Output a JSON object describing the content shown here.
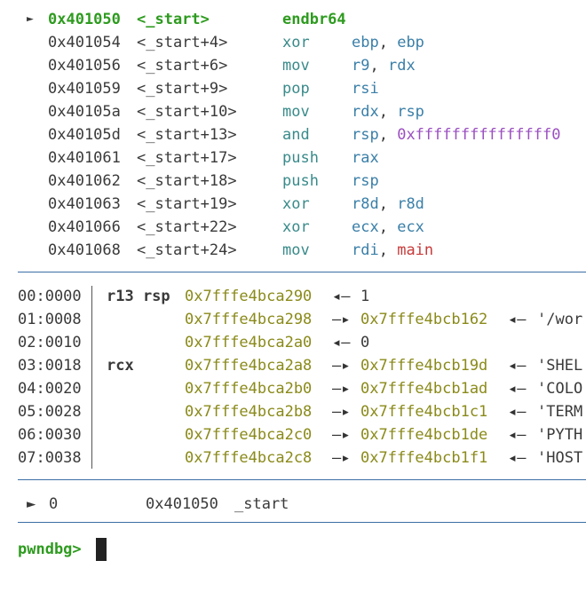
{
  "disasm": {
    "marker": "►",
    "rows": [
      {
        "addr": "0x401050",
        "sym": "<_start>",
        "mnem": "endbr64",
        "ops": [],
        "current": true
      },
      {
        "addr": "0x401054",
        "sym": "<_start+4>",
        "mnem": "xor",
        "ops": [
          {
            "t": "ebp",
            "c": "blue-reg"
          },
          {
            "t": ", ",
            "c": ""
          },
          {
            "t": "ebp",
            "c": "blue-reg"
          }
        ]
      },
      {
        "addr": "0x401056",
        "sym": "<_start+6>",
        "mnem": "mov",
        "ops": [
          {
            "t": "r9",
            "c": "blue-reg"
          },
          {
            "t": ", ",
            "c": ""
          },
          {
            "t": "rdx",
            "c": "blue-reg"
          }
        ]
      },
      {
        "addr": "0x401059",
        "sym": "<_start+9>",
        "mnem": "pop",
        "ops": [
          {
            "t": "rsi",
            "c": "blue-reg"
          }
        ]
      },
      {
        "addr": "0x40105a",
        "sym": "<_start+10>",
        "mnem": "mov",
        "ops": [
          {
            "t": "rdx",
            "c": "blue-reg"
          },
          {
            "t": ", ",
            "c": ""
          },
          {
            "t": "rsp",
            "c": "blue-reg"
          }
        ]
      },
      {
        "addr": "0x40105d",
        "sym": "<_start+13>",
        "mnem": "and",
        "ops": [
          {
            "t": "rsp",
            "c": "blue-reg"
          },
          {
            "t": ", ",
            "c": ""
          },
          {
            "t": "0xfffffffffffffff0",
            "c": "purple"
          }
        ]
      },
      {
        "addr": "0x401061",
        "sym": "<_start+17>",
        "mnem": "push",
        "ops": [
          {
            "t": "rax",
            "c": "blue-reg"
          }
        ]
      },
      {
        "addr": "0x401062",
        "sym": "<_start+18>",
        "mnem": "push",
        "ops": [
          {
            "t": "rsp",
            "c": "blue-reg"
          }
        ]
      },
      {
        "addr": "0x401063",
        "sym": "<_start+19>",
        "mnem": "xor",
        "ops": [
          {
            "t": "r8d",
            "c": "blue-reg"
          },
          {
            "t": ", ",
            "c": ""
          },
          {
            "t": "r8d",
            "c": "blue-reg"
          }
        ]
      },
      {
        "addr": "0x401066",
        "sym": "<_start+22>",
        "mnem": "xor",
        "ops": [
          {
            "t": "ecx",
            "c": "blue-reg"
          },
          {
            "t": ", ",
            "c": ""
          },
          {
            "t": "ecx",
            "c": "blue-reg"
          }
        ]
      },
      {
        "addr": "0x401068",
        "sym": "<_start+24>",
        "mnem": "mov",
        "ops": [
          {
            "t": "rdi",
            "c": "blue-reg"
          },
          {
            "t": ", ",
            "c": ""
          },
          {
            "t": "main",
            "c": "red"
          }
        ]
      }
    ]
  },
  "stack": {
    "rows": [
      {
        "off": "00:0000",
        "regs": "r13 rsp",
        "addr": "0x7fffe4bca290",
        "arrow": "◂—",
        "target": "",
        "arrow2": "",
        "val": "1"
      },
      {
        "off": "01:0008",
        "regs": "",
        "addr": "0x7fffe4bca298",
        "arrow": "—▸",
        "target": "0x7fffe4bcb162",
        "arrow2": "◂—",
        "val": "'/wor"
      },
      {
        "off": "02:0010",
        "regs": "",
        "addr": "0x7fffe4bca2a0",
        "arrow": "◂—",
        "target": "",
        "arrow2": "",
        "val": "0"
      },
      {
        "off": "03:0018",
        "regs": "rcx",
        "addr": "0x7fffe4bca2a8",
        "arrow": "—▸",
        "target": "0x7fffe4bcb19d",
        "arrow2": "◂—",
        "val": "'SHEL"
      },
      {
        "off": "04:0020",
        "regs": "",
        "addr": "0x7fffe4bca2b0",
        "arrow": "—▸",
        "target": "0x7fffe4bcb1ad",
        "arrow2": "◂—",
        "val": "'COLO"
      },
      {
        "off": "05:0028",
        "regs": "",
        "addr": "0x7fffe4bca2b8",
        "arrow": "—▸",
        "target": "0x7fffe4bcb1c1",
        "arrow2": "◂—",
        "val": "'TERM"
      },
      {
        "off": "06:0030",
        "regs": "",
        "addr": "0x7fffe4bca2c0",
        "arrow": "—▸",
        "target": "0x7fffe4bcb1de",
        "arrow2": "◂—",
        "val": "'PYTH"
      },
      {
        "off": "07:0038",
        "regs": "",
        "addr": "0x7fffe4bca2c8",
        "arrow": "—▸",
        "target": "0x7fffe4bcb1f1",
        "arrow2": "◂—",
        "val": "'HOST"
      }
    ]
  },
  "backtrace": {
    "marker": "►",
    "frame": "0",
    "addr": "0x401050",
    "sym": "_start"
  },
  "prompt": {
    "text": "pwndbg>"
  }
}
